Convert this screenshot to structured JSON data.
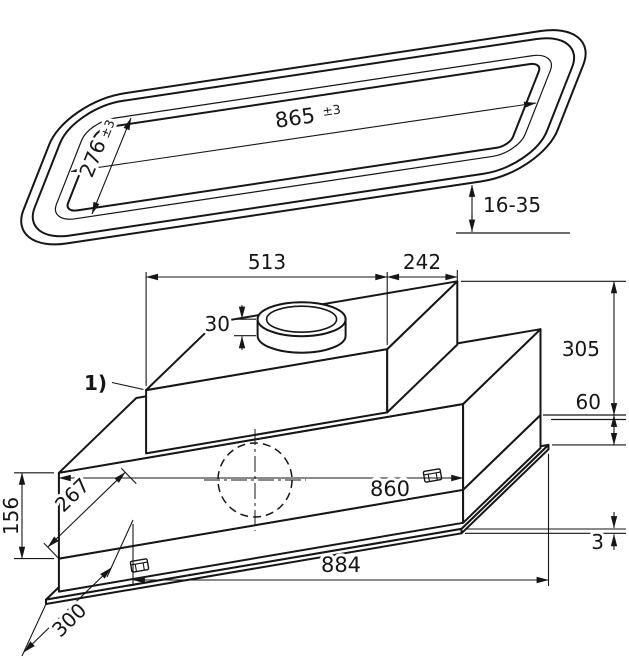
{
  "colors": {
    "line": "#161616",
    "background": "#ffffff"
  },
  "template_view": {
    "cutout_length": "865",
    "cutout_length_tolerance": "±3",
    "cutout_width": "276",
    "cutout_width_tolerance": "±3",
    "ceiling_thickness_range": "16-35"
  },
  "unit_view": {
    "callout_label": "1)",
    "duct_box_width": "513",
    "duct_box_depth": "242",
    "collar_height": "30",
    "recessed_height": "305",
    "lower_section_height": "60",
    "body_width": "860",
    "body_depth": "267",
    "left_height": "156",
    "panel_lip": "3",
    "panel_width": "884",
    "panel_depth": "300"
  }
}
